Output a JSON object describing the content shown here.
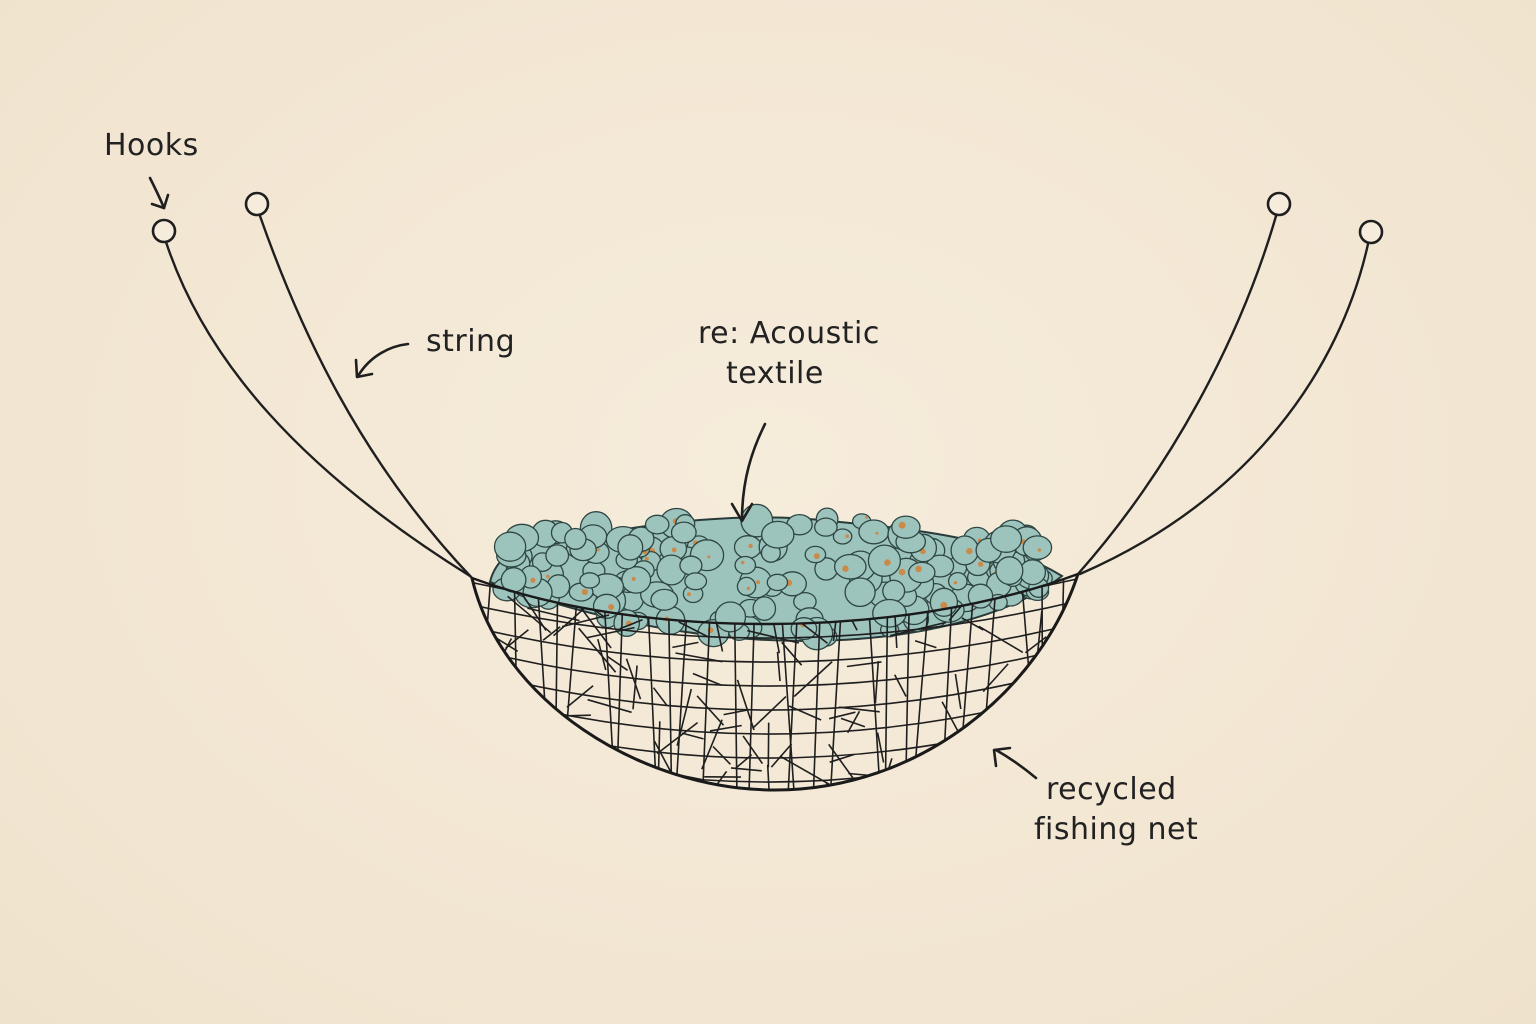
{
  "labels": {
    "hooks": "Hooks",
    "string": "string",
    "textile_line1": "re: Acoustic",
    "textile_line2": "textile",
    "net_line1": "recycled",
    "net_line2": "fishing net"
  },
  "colors": {
    "paper": "#f4e9d6",
    "ink": "#222222",
    "textile": "#9cc4bd",
    "textile_speck": "#c98a4a"
  }
}
